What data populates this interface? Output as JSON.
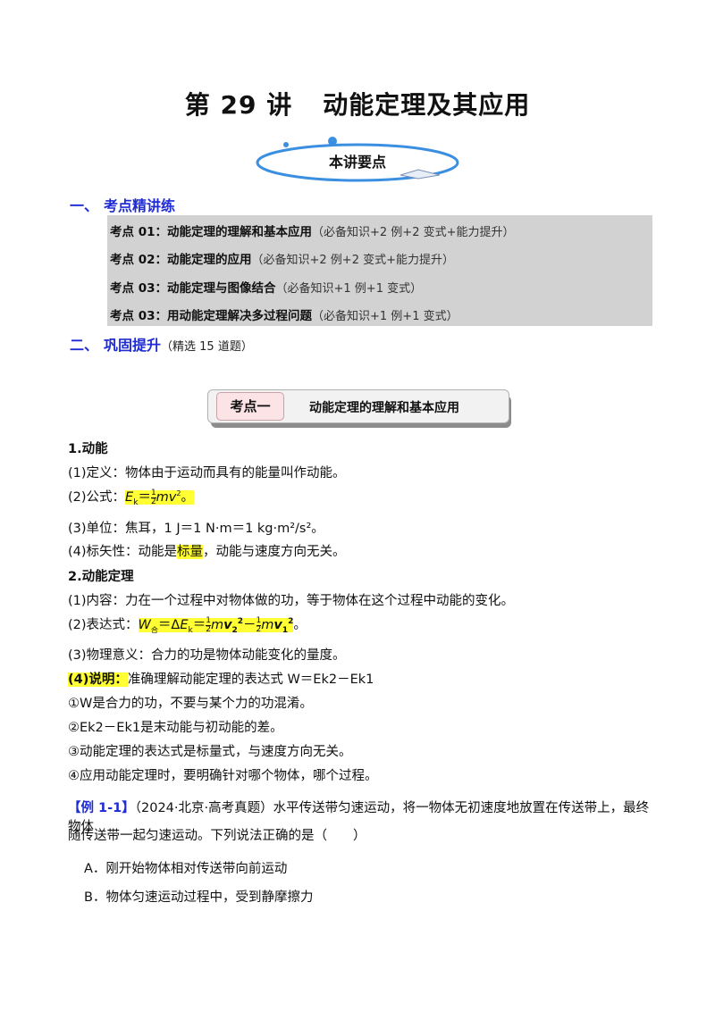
{
  "header": {
    "title_left": "第 29 讲",
    "title_right": "动能定理及其应用",
    "ring_label": "本讲要点"
  },
  "sections": {
    "one_num": "一、",
    "one_label": "考点精讲练",
    "two_num": "二、",
    "two_label": "巩固提升",
    "two_note": "（精选 15 道题）"
  },
  "toc": [
    {
      "key": "考点 01：",
      "title": "动能定理的理解和基本应用",
      "note": "（必备知识+2 例+2 变式+能力提升）"
    },
    {
      "key": "考点 02：",
      "title": "动能定理的应用",
      "note": "（必备知识+2 例+2 变式+能力提升）"
    },
    {
      "key": "考点 03：",
      "title": "动能定理与图像结合",
      "note": "（必备知识+1 例+1 变式）"
    },
    {
      "key": "考点 03：",
      "title": "用动能定理解决多过程问题",
      "note": "（必备知识+1 例+1 变式）"
    }
  ],
  "banner": {
    "tag": "考点一",
    "title": "动能定理的理解和基本应用"
  },
  "kinetic_energy": {
    "heading": "1.动能",
    "definition": "(1)定义：物体由于运动而具有的能量叫作动能。",
    "formula_label": "(2)公式：",
    "formula_E": "E",
    "formula_sub": "k",
    "formula_eq": "＝",
    "formula_half_num": "1",
    "formula_half_den": "2",
    "formula_mv": "mv",
    "formula_sq": "2",
    "formula_end": "。",
    "unit": "(3)单位：焦耳，1 J＝1 N·m＝1 kg·m²/s²。",
    "scalar_a": "(4)标矢性：动能是",
    "scalar_hl": "标量",
    "scalar_b": "，动能与速度方向无关。"
  },
  "theorem": {
    "heading": "2.动能定理",
    "content": "(1)内容：力在一个过程中对物体做的功，等于物体在这个过程中动能的变化。",
    "expr_label": "(2)表达式：",
    "expr_W": "W",
    "expr_sub_he": "合",
    "expr_eq": "＝Δ",
    "expr_E": "E",
    "expr_k": "k",
    "expr_eq2": "＝",
    "expr_half": "1",
    "expr_two": "2",
    "expr_m": "m",
    "expr_v2": "v",
    "expr_i2": "2",
    "expr_minus": "－",
    "expr_v1": "v",
    "expr_i1": "1",
    "expr_end": "。",
    "meaning": "(3)物理意义：合力的功是物体动能变化的量度。",
    "note_label": "(4)说明：",
    "note_text": "准确理解动能定理的表达式 W＝Ek2－Ek1",
    "item1": "①W是合力的功，不要与某个力的功混淆。",
    "item2": "②Ek2－Ek1是末动能与初动能的差。",
    "item3": "③动能定理的表达式是标量式，与速度方向无关。",
    "item4": "④应用动能定理时，要明确针对哪个物体，哪个过程。"
  },
  "example": {
    "tag": "【例 1-1】",
    "line1": "（2024·北京·高考真题）水平传送带匀速运动，将一物体无初速度地放置在传送带上，最终物体",
    "line2": "随传送带一起匀速运动。下列说法正确的是（　　）",
    "option_a": "A．刚开始物体相对传送带向前运动",
    "option_b": "B．物体匀速运动过程中，受到静摩擦力"
  },
  "colors": {
    "section_blue": "#1f2bd4",
    "toc_gray": "#d2d2d2",
    "highlight": "#ffff33",
    "ring_blue": "#3b8fe0"
  }
}
